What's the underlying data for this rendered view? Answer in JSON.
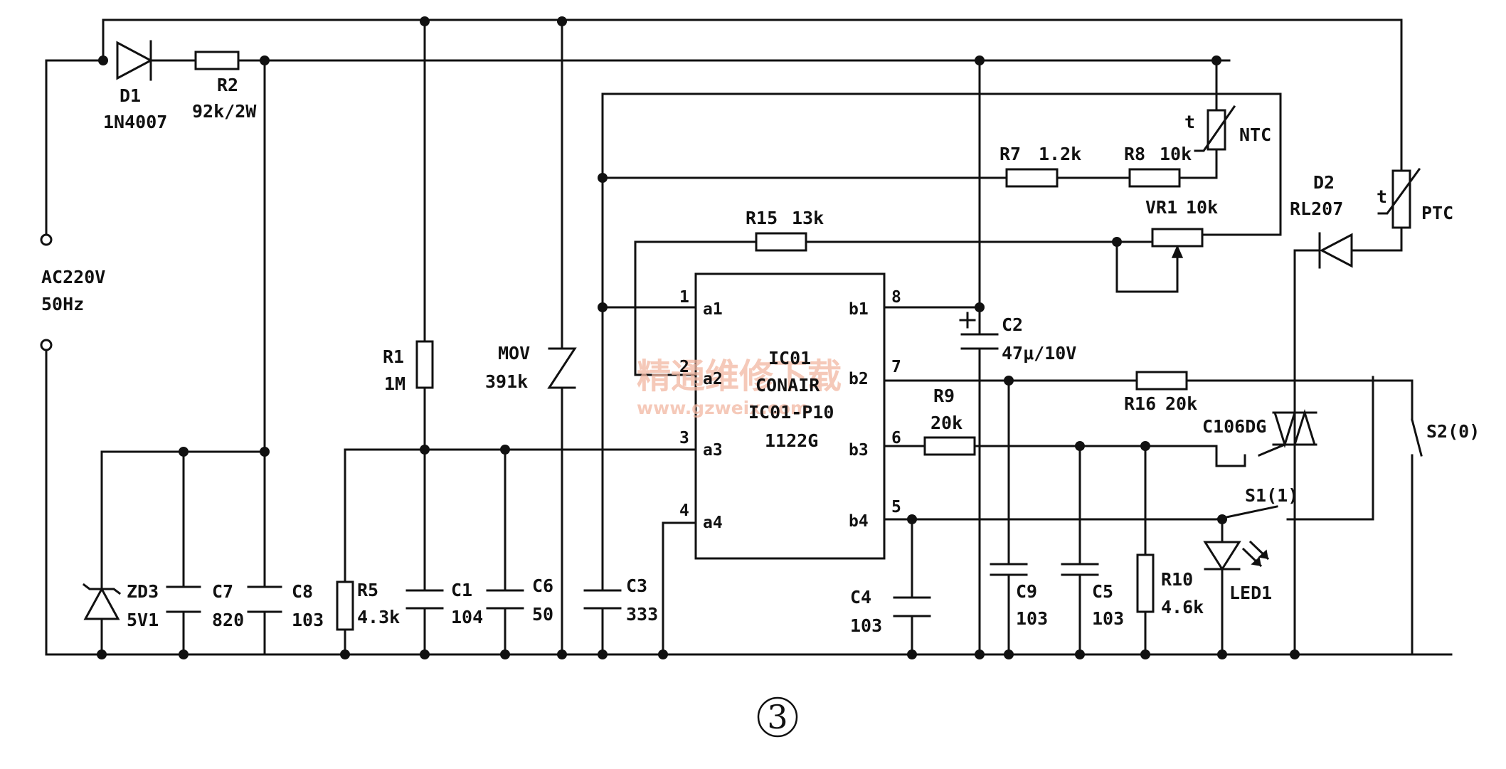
{
  "figure": {
    "number": "3"
  },
  "watermark": {
    "main": "精通维修下载",
    "url": "www.gzweix.com"
  },
  "power_input": {
    "label": "AC220V",
    "freq": "50Hz"
  },
  "ic": {
    "name": "IC01",
    "maker": "CONAIR",
    "part": "IC01-P10",
    "code": "1122G",
    "pins_left": [
      {
        "num": "1",
        "name": "a1"
      },
      {
        "num": "2",
        "name": "a2"
      },
      {
        "num": "3",
        "name": "a3"
      },
      {
        "num": "4",
        "name": "a4"
      }
    ],
    "pins_right": [
      {
        "num": "8",
        "name": "b1"
      },
      {
        "num": "7",
        "name": "b2"
      },
      {
        "num": "6",
        "name": "b3"
      },
      {
        "num": "5",
        "name": "b4"
      }
    ]
  },
  "components": {
    "d1": {
      "ref": "D1",
      "value": "1N4007"
    },
    "r2": {
      "ref": "R2",
      "value": "92k/2W"
    },
    "zd3": {
      "ref": "ZD3",
      "value": "5V1"
    },
    "c7": {
      "ref": "C7",
      "value": "820"
    },
    "c8": {
      "ref": "C8",
      "value": "103"
    },
    "r5": {
      "ref": "R5",
      "value": "4.3k"
    },
    "r1": {
      "ref": "R1",
      "value": "1M"
    },
    "c1": {
      "ref": "C1",
      "value": "104"
    },
    "c6": {
      "ref": "C6",
      "value": "50"
    },
    "mov": {
      "ref": "MOV",
      "value": "391k"
    },
    "c3": {
      "ref": "C3",
      "value": "333"
    },
    "c2": {
      "ref": "C2",
      "value": "47μ/10V"
    },
    "c4": {
      "ref": "C4",
      "value": "103"
    },
    "c9": {
      "ref": "C9",
      "value": "103"
    },
    "c5": {
      "ref": "C5",
      "value": "103"
    },
    "r10": {
      "ref": "R10",
      "value": "4.6k"
    },
    "led1": {
      "ref": "LED1"
    },
    "r7": {
      "ref": "R7",
      "value": "1.2k"
    },
    "r8": {
      "ref": "R8",
      "value": "10k"
    },
    "ntc": {
      "ref": "NTC",
      "t": "t"
    },
    "r15": {
      "ref": "R15",
      "value": "13k"
    },
    "vr1": {
      "ref": "VR1",
      "value": "10k"
    },
    "r9": {
      "ref": "R9",
      "value": "20k"
    },
    "r16": {
      "ref": "R16",
      "value": "20k"
    },
    "d2": {
      "ref": "D2",
      "value": "RL207"
    },
    "ptc": {
      "ref": "PTC",
      "t": "t"
    },
    "triac": {
      "ref": "C106DG"
    },
    "s1": {
      "ref": "S1(1)"
    },
    "s2": {
      "ref": "S2(0)"
    }
  }
}
